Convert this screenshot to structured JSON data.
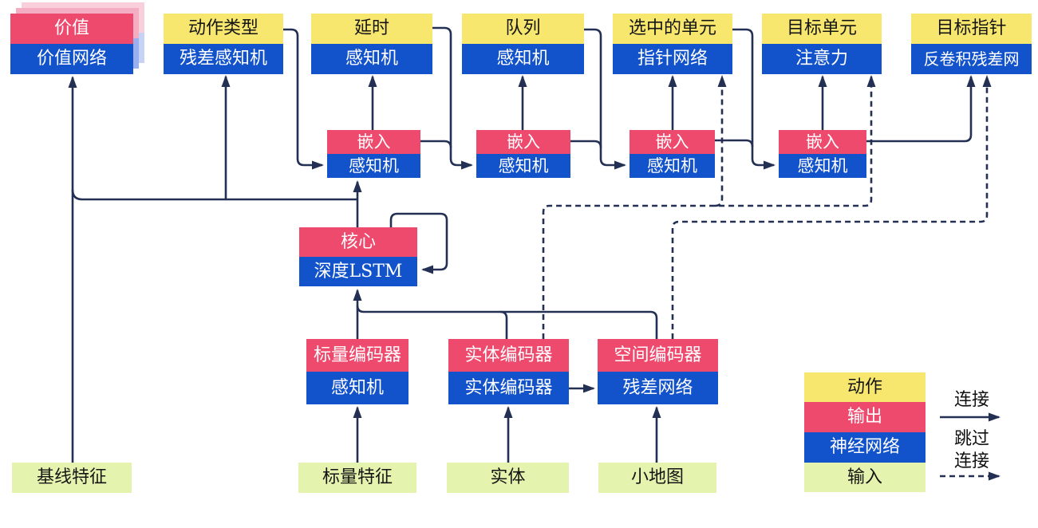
{
  "colors": {
    "action_yellow": "#f8e76e",
    "output_red": "#ee4a6e",
    "network_blue": "#1252cb",
    "input_green": "#e4f4ae",
    "line_navy": "#233054"
  },
  "heads": [
    {
      "top": "价值",
      "bottom": "价值网络"
    },
    {
      "top": "动作类型",
      "bottom": "残差感知机"
    },
    {
      "top": "延时",
      "bottom": "感知机"
    },
    {
      "top": "队列",
      "bottom": "感知机"
    },
    {
      "top": "选中的单元",
      "bottom": "指针网络"
    },
    {
      "top": "目标单元",
      "bottom": "注意力"
    },
    {
      "top": "目标指针",
      "bottom": "反卷积残差网"
    }
  ],
  "embeddings": [
    {
      "top": "嵌入",
      "bottom": "感知机"
    },
    {
      "top": "嵌入",
      "bottom": "感知机"
    },
    {
      "top": "嵌入",
      "bottom": "感知机"
    },
    {
      "top": "嵌入",
      "bottom": "感知机"
    }
  ],
  "core": {
    "top": "核心",
    "bottom": "深度LSTM"
  },
  "encoders": [
    {
      "top": "标量编码器",
      "bottom": "感知机"
    },
    {
      "top": "实体编码器",
      "bottom": "实体编码器"
    },
    {
      "top": "空间编码器",
      "bottom": "残差网络"
    }
  ],
  "inputs": [
    "基线特征",
    "标量特征",
    "实体",
    "小地图"
  ],
  "legend": {
    "items": [
      {
        "label": "动作"
      },
      {
        "label": "输出"
      },
      {
        "label": "神经网络"
      },
      {
        "label": "输入"
      }
    ],
    "connection_label": "连接",
    "skip_label_line1": "跳过",
    "skip_label_line2": "连接"
  }
}
